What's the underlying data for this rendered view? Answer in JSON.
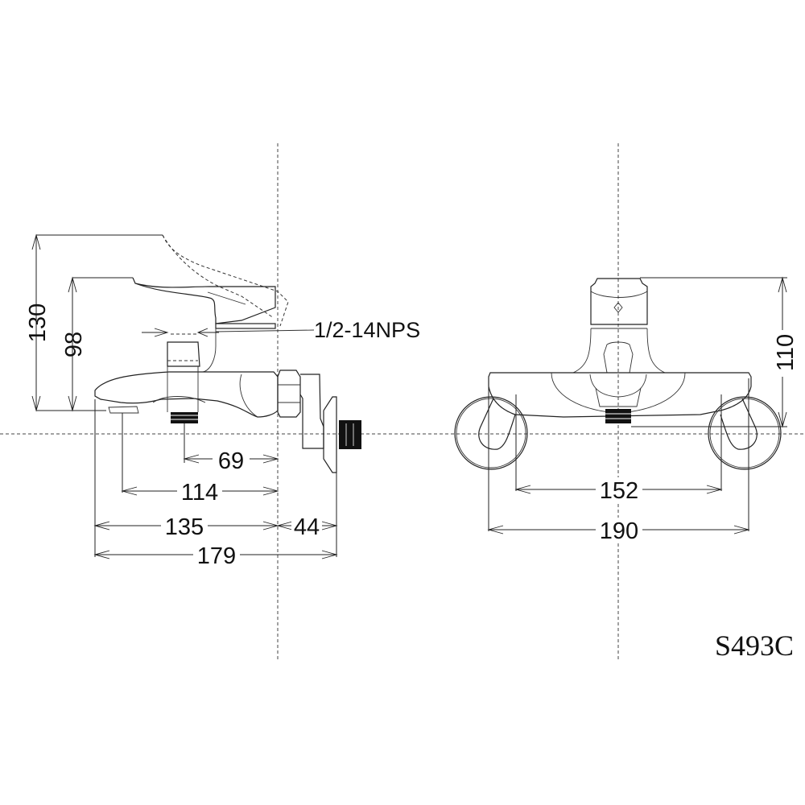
{
  "drawing": {
    "model_number": "S493C",
    "thread_callout": "1/2-14NPS",
    "background": "#ffffff",
    "line_color": "#222222"
  },
  "side_view": {
    "vertical_dimensions": [
      {
        "id": "height_lever_raised",
        "value": "130"
      },
      {
        "id": "height_lever_closed",
        "value": "98"
      }
    ],
    "horizontal_dimensions": [
      {
        "id": "outlet_to_wall",
        "value": "69"
      },
      {
        "id": "spout_tip_to_wall",
        "value": "114"
      },
      {
        "id": "body_length_to_wall",
        "value": "135"
      },
      {
        "id": "wall_to_inlet",
        "value": "44"
      },
      {
        "id": "overall_depth",
        "value": "179"
      }
    ]
  },
  "front_view": {
    "vertical_dimensions": [
      {
        "id": "height_above_outlet",
        "value": "110"
      }
    ],
    "horizontal_dimensions": [
      {
        "id": "inlet_center_spacing",
        "value": "152"
      },
      {
        "id": "overall_width",
        "value": "190"
      }
    ]
  }
}
